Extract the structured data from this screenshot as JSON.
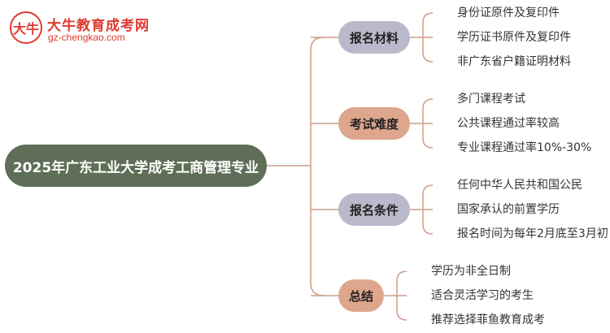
{
  "logo": {
    "badge": "大牛",
    "title": "大牛教育成考网",
    "url": "gz-chengkao.com"
  },
  "root": {
    "label": "2025年广东工业大学成考工商管理专业"
  },
  "branches": [
    {
      "label": "报名材料",
      "color": "#b9b9cb",
      "items": [
        "身份证原件及复印件",
        "学历证书原件及复印件",
        "非广东省户籍证明材料"
      ]
    },
    {
      "label": "考试难度",
      "color": "#dea68c",
      "items": [
        "多门课程考试",
        "公共课程通过率较高",
        "专业课程通过率10%-30%"
      ]
    },
    {
      "label": "报名条件",
      "color": "#b9b9cb",
      "items": [
        "任何中华人民共和国公民",
        "国家承认的前置学历",
        "报名时间为每年2月底至3月初"
      ]
    },
    {
      "label": "总结",
      "color": "#dea68c",
      "items": [
        "学历为非全日制",
        "适合灵活学习的考生",
        "推荐选择菲鱼教育成考"
      ]
    }
  ],
  "colors": {
    "root": "#5f6e56",
    "line": "#cc9e8b",
    "logo": "#e03a2f"
  }
}
